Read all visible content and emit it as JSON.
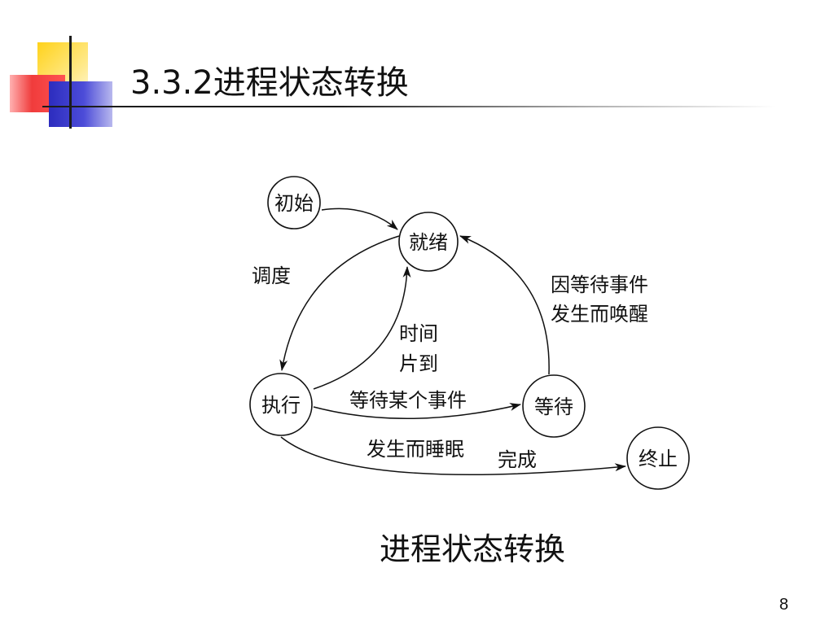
{
  "slide": {
    "title": "3.3.2进程状态转换",
    "caption": "进程状态转换",
    "page_number": "8"
  },
  "diagram": {
    "states": {
      "initial": "初始",
      "ready": "就绪",
      "running": "执行",
      "waiting": "等待",
      "terminated": "终止"
    },
    "transitions": {
      "schedule": "调度",
      "time_slice_line1": "时间",
      "time_slice_line2": "片到",
      "wait_event_line1": "等待某个事件",
      "wait_event_line2": "发生而睡眠",
      "wake_line1": "因等待事件",
      "wake_line2": "发生而唤醒",
      "complete": "完成"
    }
  }
}
